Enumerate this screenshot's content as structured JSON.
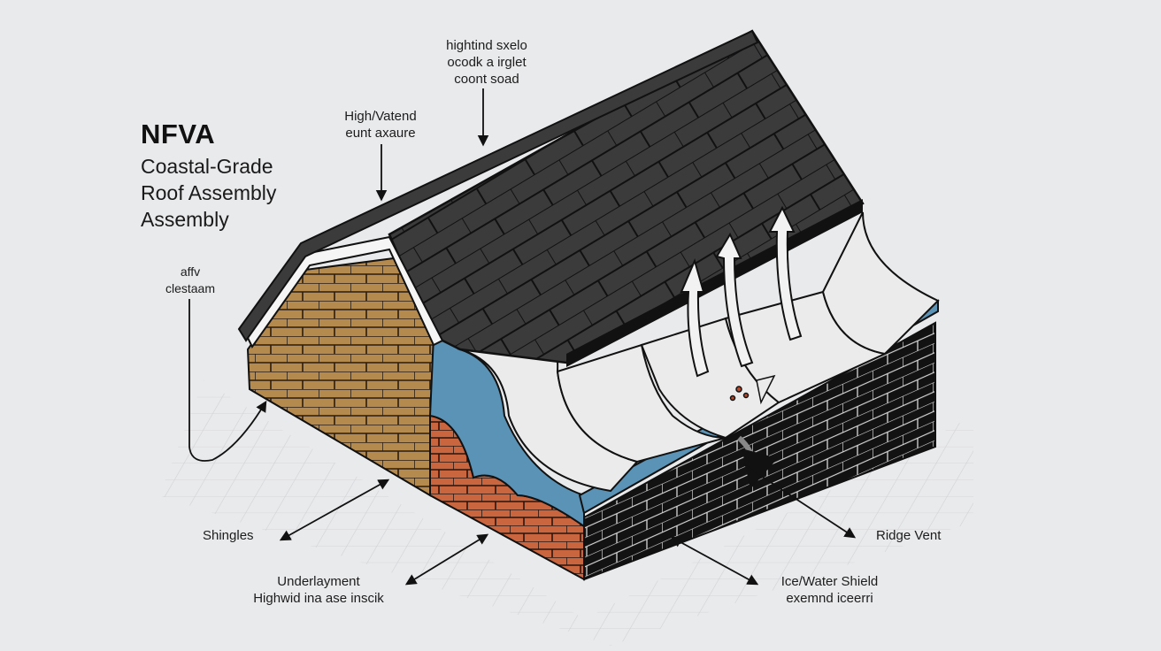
{
  "title": {
    "main": "NFVA",
    "lines": [
      "Coastal-Grade",
      "Roof Assembly",
      "Assembly"
    ]
  },
  "callouts": {
    "top_right": [
      "hightind sxelo",
      "ocodk a irglet",
      "coont soad"
    ],
    "top_mid": [
      "High/Vatend",
      "eunt axaure"
    ],
    "left": [
      "affv",
      "clestaam"
    ],
    "shingles": "Shingles",
    "underlayment": [
      "Underlayment",
      "Highwid ina ase inscik"
    ],
    "ridge_vent": "Ridge Vent",
    "ice_water": [
      "Ice/Water Shield",
      "exemnd iceerri"
    ]
  },
  "colors": {
    "background": "#e9eaec",
    "shingle": "#3a3a3b",
    "brick_tan": "#b58a4f",
    "brick_red": "#c9653f",
    "membrane_blue": "#5a93b5",
    "ice_shield_white": "#e8e8e8",
    "wall_dark": "#151515"
  }
}
